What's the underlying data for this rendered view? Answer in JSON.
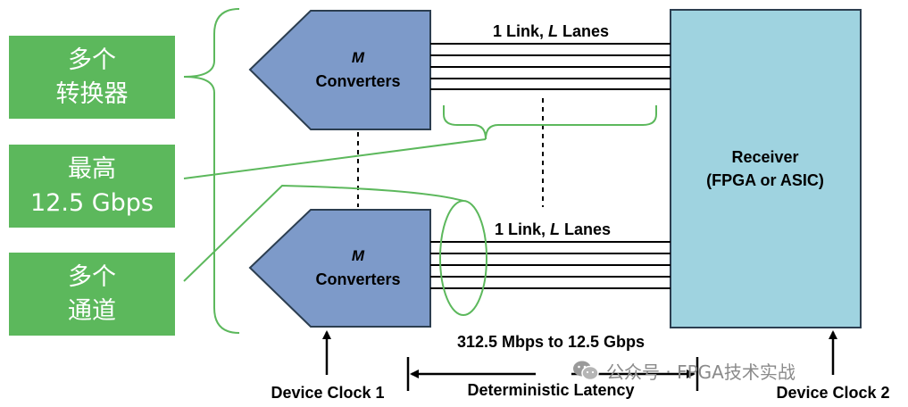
{
  "callouts": [
    {
      "text": "多个\n转换器"
    },
    {
      "text": "最高\n12.5 Gbps"
    },
    {
      "text": "多个\n通道"
    }
  ],
  "converter_top": {
    "line1": "M",
    "line2": "Converters"
  },
  "converter_bottom": {
    "line1": "M",
    "line2": "Converters"
  },
  "link_top": {
    "prefix": "1 Link, ",
    "italic": "L",
    "suffix": " Lanes"
  },
  "link_bottom": {
    "prefix": "1 Link, ",
    "italic": "L",
    "suffix": " Lanes"
  },
  "receiver": {
    "line1": "Receiver",
    "line2": "(FPGA or ASIC)"
  },
  "rate_label": "312.5 Mbps to 12.5 Gbps",
  "latency_label": "Deterministic Latency",
  "clock1_label": "Device Clock 1",
  "clock2_label": "Device Clock 2",
  "watermark": "公众号 · FPGA技术实战",
  "colors": {
    "converter_fill": "#7d9ac9",
    "receiver_fill": "#9fd3e0",
    "callout_green": "#5cb85c"
  }
}
